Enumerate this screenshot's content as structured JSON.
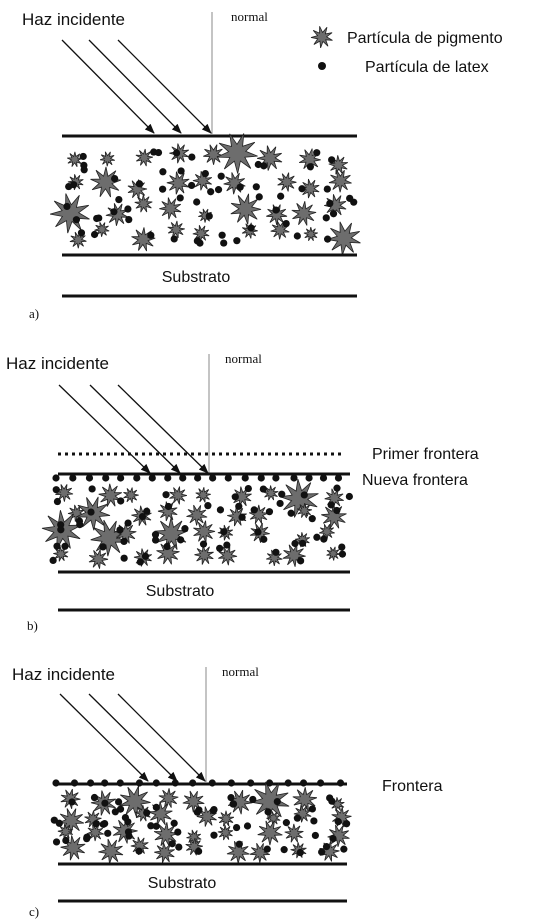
{
  "legend": {
    "pigment_label": "Partícula de pigmento",
    "latex_label": "Partícula de latex",
    "pigment_icon": "star-burst-icon",
    "latex_icon": "filled-dot-icon"
  },
  "panels": [
    {
      "id": "a",
      "beam_label": "Haz incidente",
      "normal_label": "normal",
      "substrate_label": "Substrato",
      "panel_label": "a)",
      "boundary_labels": []
    },
    {
      "id": "b",
      "beam_label": "Haz incidente",
      "normal_label": "normal",
      "substrate_label": "Substrato",
      "panel_label": "b)",
      "boundary_labels": [
        "Primer frontera",
        "Nueva frontera"
      ]
    },
    {
      "id": "c",
      "beam_label": "Haz incidente",
      "normal_label": "normal",
      "substrate_label": "Substrato",
      "panel_label": "c)",
      "boundary_labels": [
        "Frontera"
      ]
    }
  ],
  "colors": {
    "line": "#111111",
    "pigment": "#6d6d6d",
    "latex": "#111111",
    "normal_line": "#888888"
  }
}
